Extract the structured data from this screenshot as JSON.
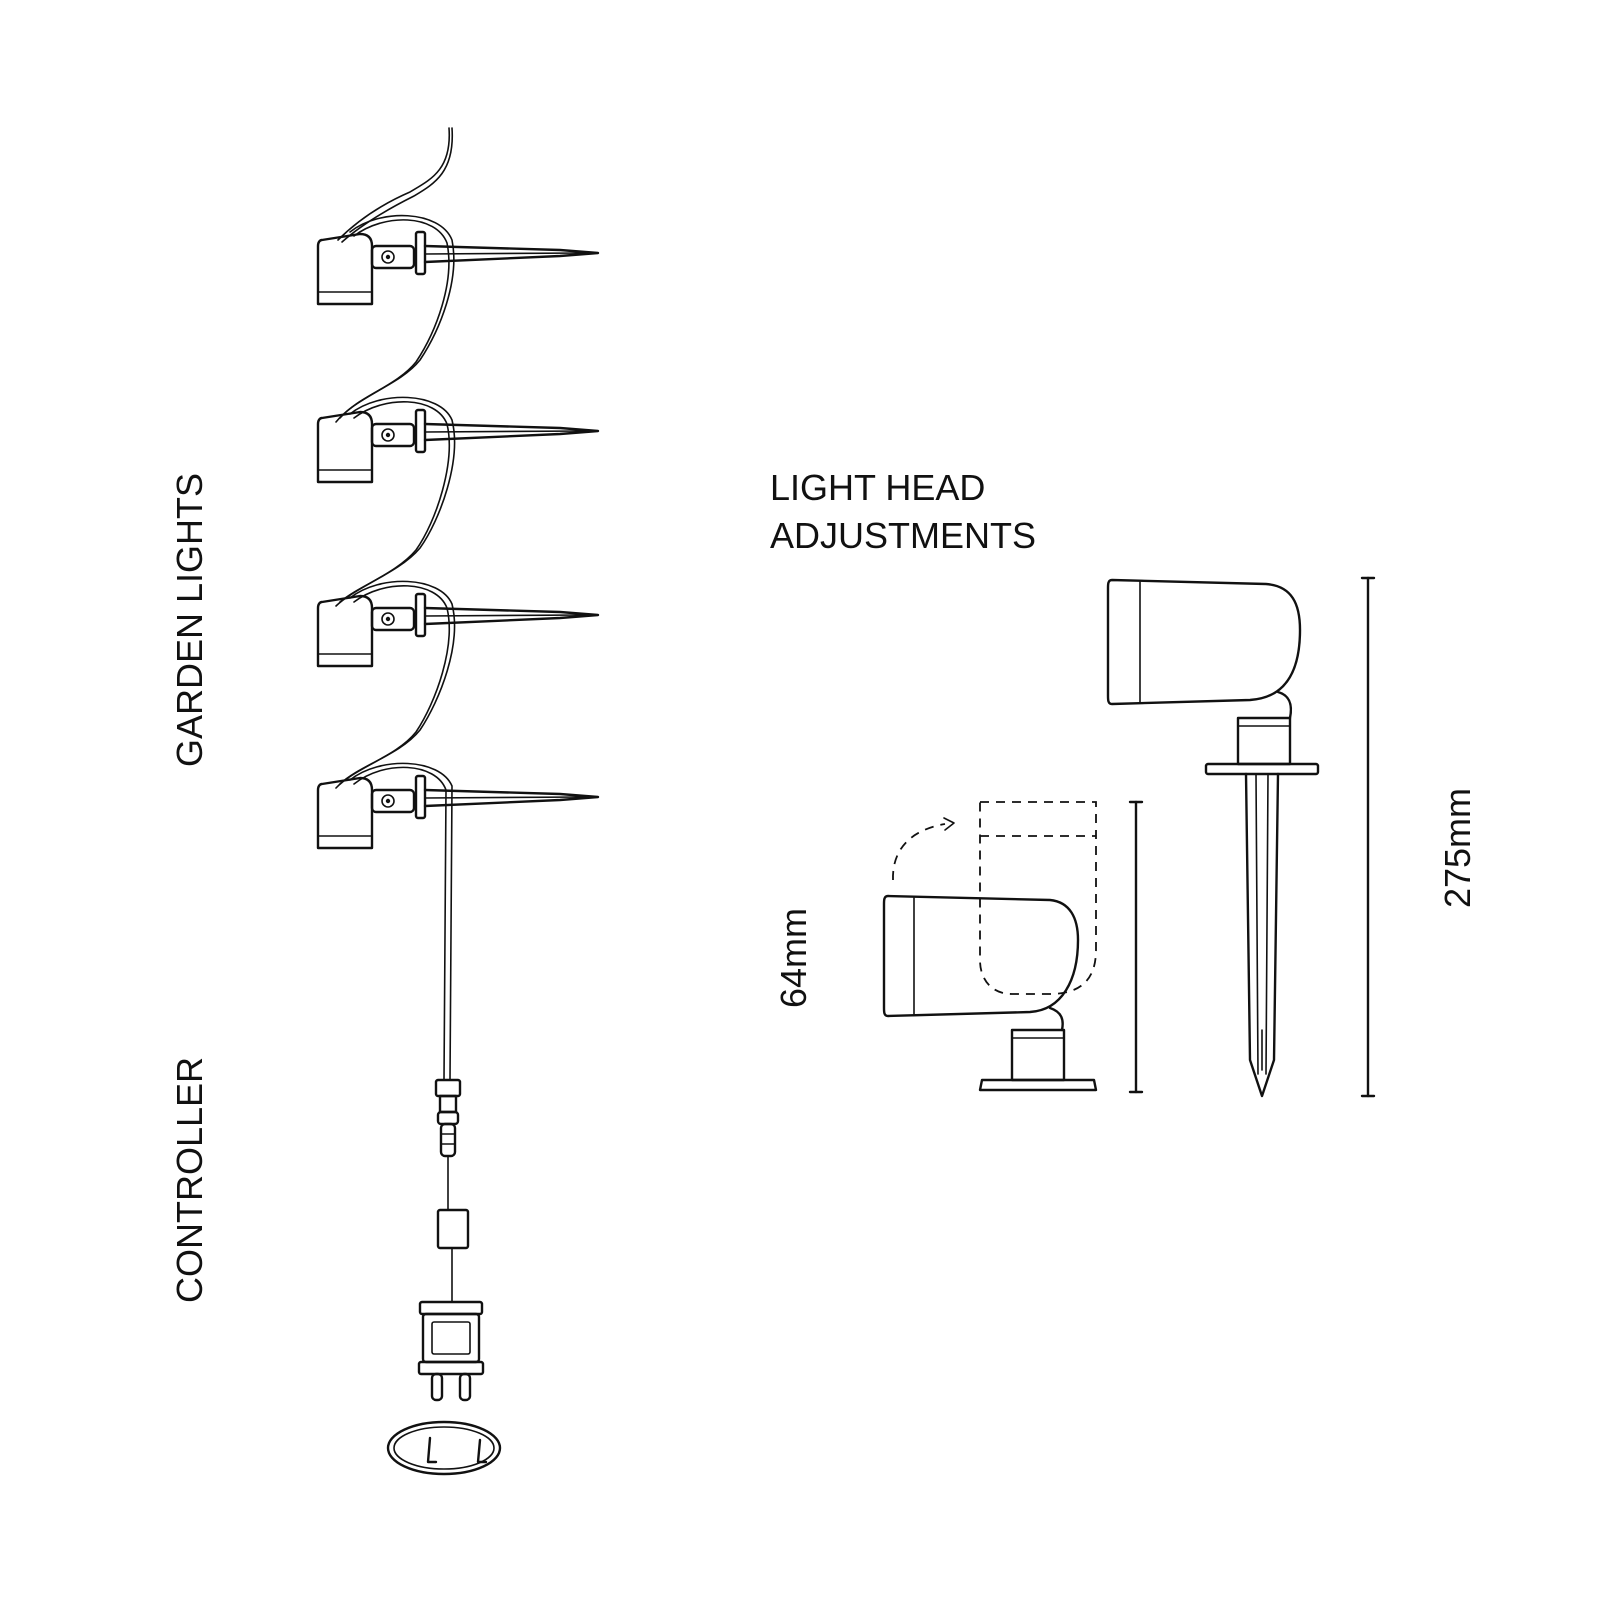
{
  "labels": {
    "garden_lights": "GARDEN LIGHTS",
    "controller": "CONTROLLER",
    "light_head_line1": "LIGHT HEAD",
    "light_head_line2": "ADJUSTMENTS",
    "dim_64": "64mm",
    "dim_275": "275mm"
  },
  "lights": [
    {
      "id": 1
    },
    {
      "id": 2
    },
    {
      "id": 3
    },
    {
      "id": 4
    }
  ]
}
